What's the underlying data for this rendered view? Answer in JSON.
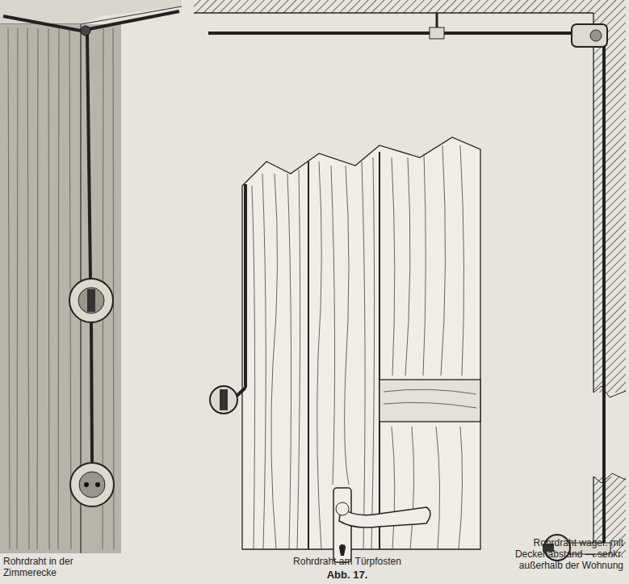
{
  "diagram": {
    "caption": "Abb. 17.",
    "labels": [
      "Rohrdraht in der Zimmerecke",
      "Rohrdraht am Türpfosten",
      "Rohrdraht wager. mit Deckenabstand — senkr. außerhalb der Wohnung"
    ]
  }
}
